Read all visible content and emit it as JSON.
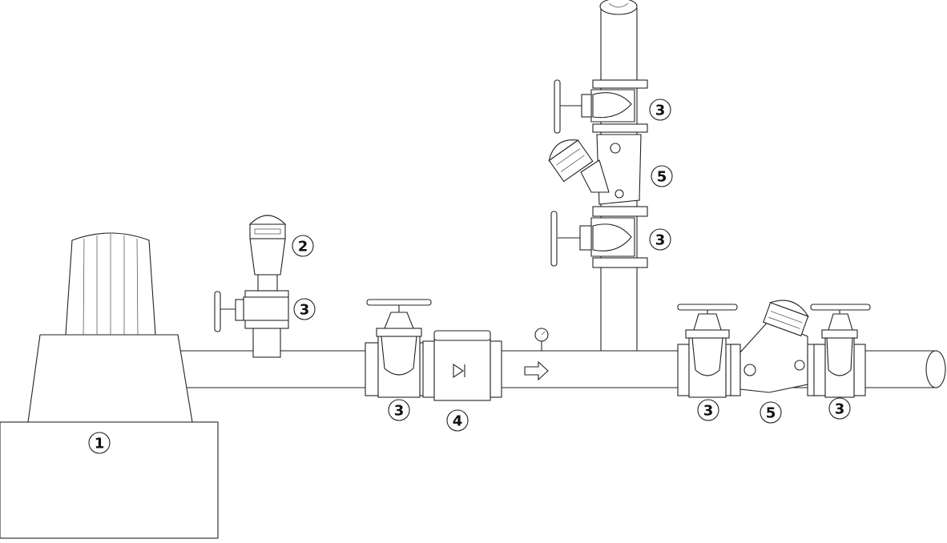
{
  "callouts": {
    "pump_station": "1",
    "air_valve": "2",
    "valve_air": "3",
    "valve_gate_1": "3",
    "flow_meter": "4",
    "valve_riser_top": "3",
    "control_valve_riser": "5",
    "valve_riser_bottom": "3",
    "valve_gate_2": "3",
    "control_valve_main": "5",
    "valve_gate_3": "3"
  },
  "colors": {
    "line": "#222222",
    "background": "#ffffff",
    "label": "#111111"
  }
}
